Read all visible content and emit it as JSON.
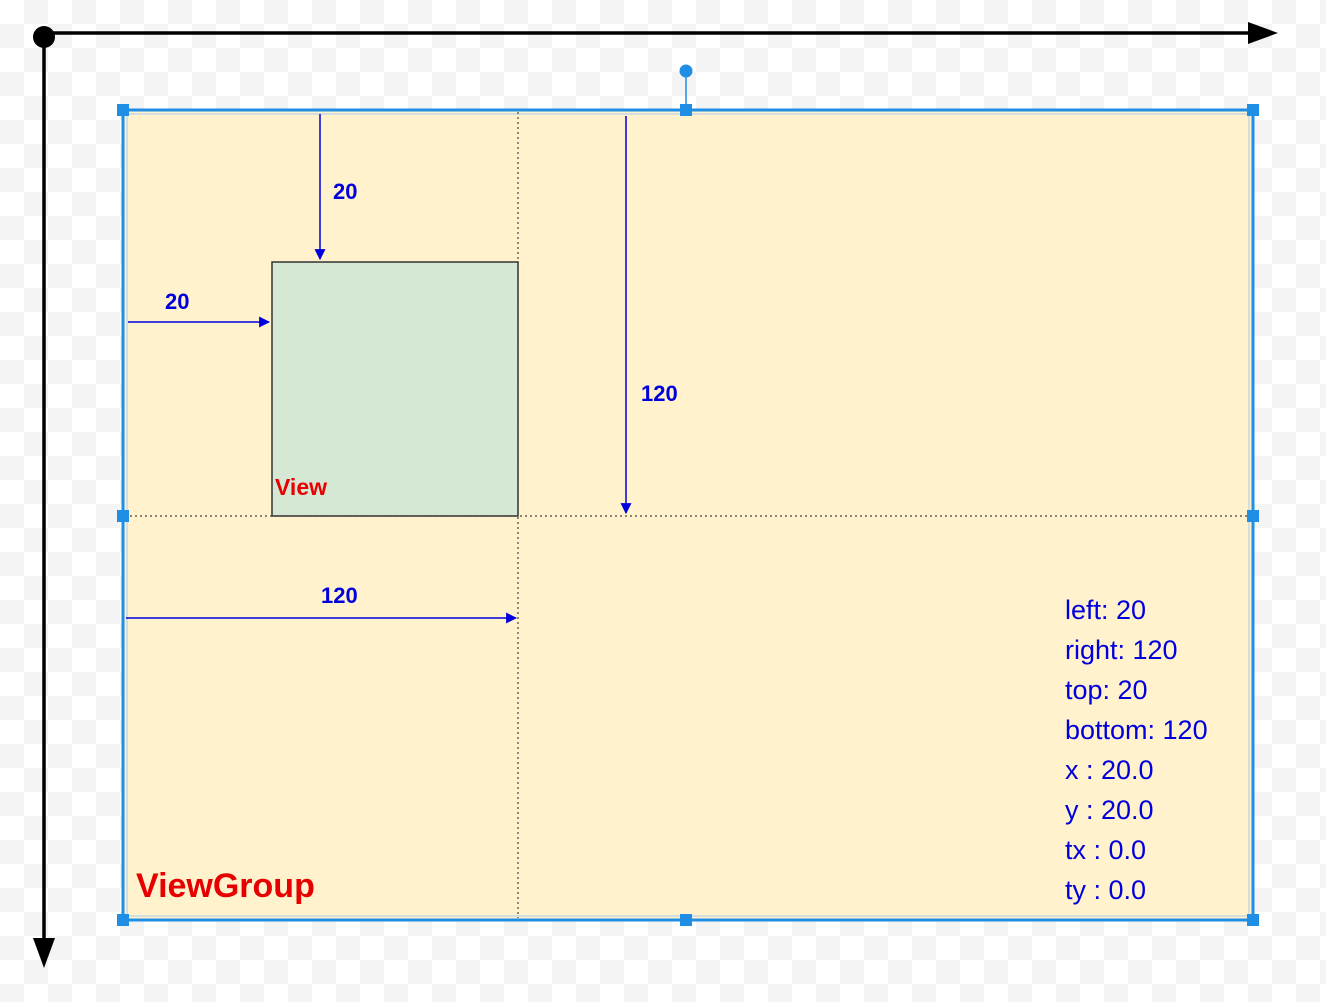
{
  "colors": {
    "viewgroup_fill": "#fff2cc",
    "view_fill": "#d5e8d4",
    "dimension_blue": "#0000dd",
    "label_red": "#e60000",
    "selection_blue": "#1f8fe6",
    "axis_black": "#000000"
  },
  "viewgroup": {
    "label": "ViewGroup"
  },
  "view": {
    "label": "View"
  },
  "dimensions": {
    "top_offset": "20",
    "left_offset": "20",
    "bottom_offset": "120",
    "right_offset": "120"
  },
  "properties": [
    "left: 20",
    "right: 120",
    "top: 20",
    "bottom: 120",
    "x : 20.0",
    "y : 20.0",
    "tx : 0.0",
    "ty : 0.0"
  ],
  "icons": {
    "origin": "origin-dot-icon",
    "x_axis_arrow": "arrow-right-icon",
    "y_axis_arrow": "arrow-down-icon"
  }
}
